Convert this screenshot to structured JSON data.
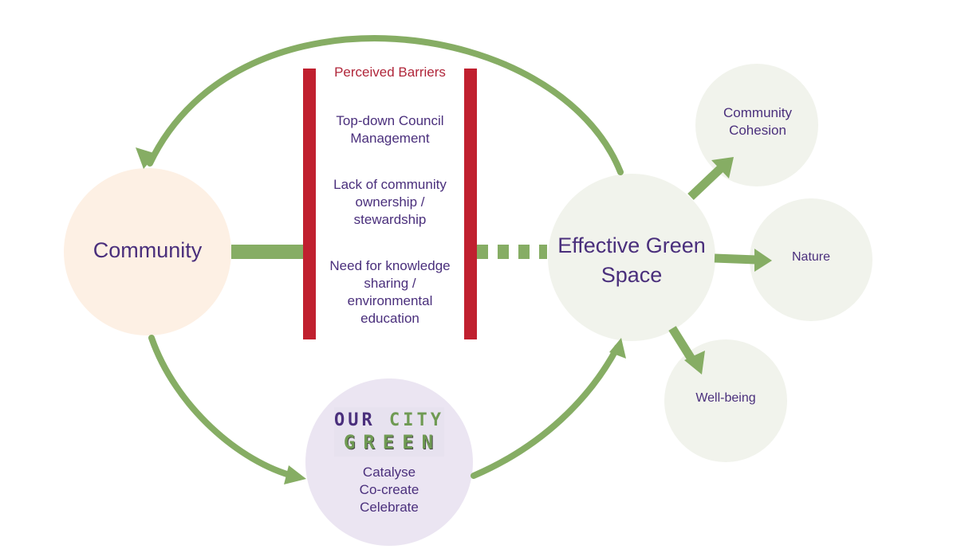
{
  "colors": {
    "arrow": "#86ad64",
    "barrier_bar": "#c0202f",
    "barrier_title": "#b0263a",
    "text": "#4a2f7c",
    "community_fill": "#fdf0e4",
    "green_space_fill": "#f1f3ec",
    "outcome_fill": "#f1f3ec",
    "ocg_fill": "#ebe5f2"
  },
  "nodes": {
    "community": "Community",
    "green_space": "Effective Green Space",
    "ocg_actions": [
      "Catalyse",
      "Co-create",
      "Celebrate"
    ]
  },
  "logo": {
    "line1_part1": "OUR",
    "line1_part2": "CITY",
    "line2": "GREEN"
  },
  "barriers": {
    "title": "Perceived Barriers",
    "items": [
      "Top-down Council Management",
      "Lack of community ownership / stewardship",
      "Need for knowledge sharing / environmental education"
    ]
  },
  "outcomes": [
    "Community Cohesion",
    "Nature",
    "Well-being"
  ]
}
